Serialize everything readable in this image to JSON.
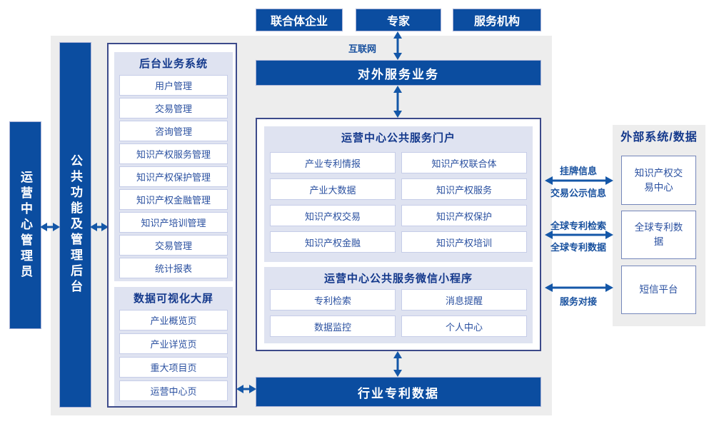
{
  "palette": {
    "primary": "#0b4da0",
    "panel": "#dfe3f1",
    "outline": "#3c4a8a",
    "arrow": "#1457a8",
    "label": "#17509e",
    "heading": "#14398c",
    "itemtext": "#2a50a0",
    "gray": "#ededed"
  },
  "top_actors": [
    "联合体企业",
    "专家",
    "服务机构"
  ],
  "labels": {
    "internet": "互联网"
  },
  "bars": {
    "external_service": "对外服务业务",
    "industry_patent_data": "行业专利数据",
    "admin": "运营中心管理员",
    "backend": "公共功能及管理后台"
  },
  "backstage": {
    "title": "后台业务系统",
    "items": [
      "用户管理",
      "交易管理",
      "咨询管理",
      "知识产权服务管理",
      "知识产权保护管理",
      "知识产权金融管理",
      "知识产培训管理",
      "交易管理",
      "统计报表"
    ]
  },
  "dashboard": {
    "title": "数据可视化大屏",
    "items": [
      "产业概览页",
      "产业详览页",
      "重大项目页",
      "运营中心页"
    ]
  },
  "portal": {
    "title": "运营中心公共服务门户",
    "items": [
      "产业专利情报",
      "知识产权联合体",
      "产业大数据",
      "知识产权服务",
      "知识产权交易",
      "知识产权保护",
      "知识产权金融",
      "知识产权培训"
    ]
  },
  "miniprogram": {
    "title": "运营中心公共服务微信小程序",
    "items": [
      "专利检索",
      "消息提醒",
      "数据监控",
      "个人中心"
    ]
  },
  "external": {
    "title": "外部系统/数据",
    "systems": [
      "知识产权交易中心",
      "全球专利数据",
      "短信平台"
    ],
    "links": [
      {
        "top": "挂牌信息",
        "bottom": "交易公示信息"
      },
      {
        "top": "全球专利检索",
        "bottom": "全球专利数据"
      },
      {
        "bottom": "服务对接"
      }
    ]
  }
}
